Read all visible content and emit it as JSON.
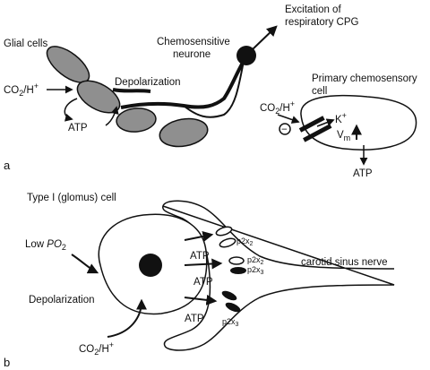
{
  "colors": {
    "ink": "#111111",
    "glia_fill": "#8f8f8f",
    "glomus_nucleus": "#111111",
    "background": "#ffffff"
  },
  "panel_a": {
    "panel_letter": "a",
    "glial_cells": "Glial cells",
    "co2_h": "CO",
    "co2_h_sub": "2",
    "co2_h_tail": "/H",
    "co2_h_sup": "+",
    "atp": "ATP",
    "depolarization": "Depolarization",
    "chemosensitive_neurone": "Chemosensitive neurone",
    "chemosensitive_line1": "Chemosensitive",
    "chemosensitive_line2": "neurone",
    "excitation_line1": "Excitation of",
    "excitation_line2": "respiratory CPG",
    "primary_line1": "Primary chemosensory",
    "primary_line2": "cell",
    "pc_co2": "CO",
    "pc_co2_sub": "2",
    "pc_co2_tail": "/H",
    "pc_co2_sup": "+",
    "minus_sign": "−",
    "k_plus": "K",
    "k_plus_sup": "+",
    "vm": "V",
    "vm_sub": "m",
    "pc_atp": "ATP"
  },
  "panel_b": {
    "panel_letter": "b",
    "type1_cell": "Type I (glomus) cell",
    "low_po2": "Low ",
    "low_po2_italic": "PO",
    "low_po2_sub": "2",
    "depolarization": "Depolarization",
    "co2_h": "CO",
    "co2_h_sub": "2",
    "co2_h_tail": "/H",
    "co2_h_sup": "+",
    "atp_1": "ATP",
    "atp_2": "ATP",
    "atp_3": "ATP",
    "p2x2_a": "p2x",
    "p2x2_a_sub": "2",
    "p2x2_b": "p2x",
    "p2x2_b_sub": "2",
    "p2x3_b": "p2x",
    "p2x3_b_sub": "3",
    "p2x3_c": "p2x",
    "p2x3_c_sub": "3",
    "carotid_sinus_nerve": "carotid sinus nerve"
  }
}
